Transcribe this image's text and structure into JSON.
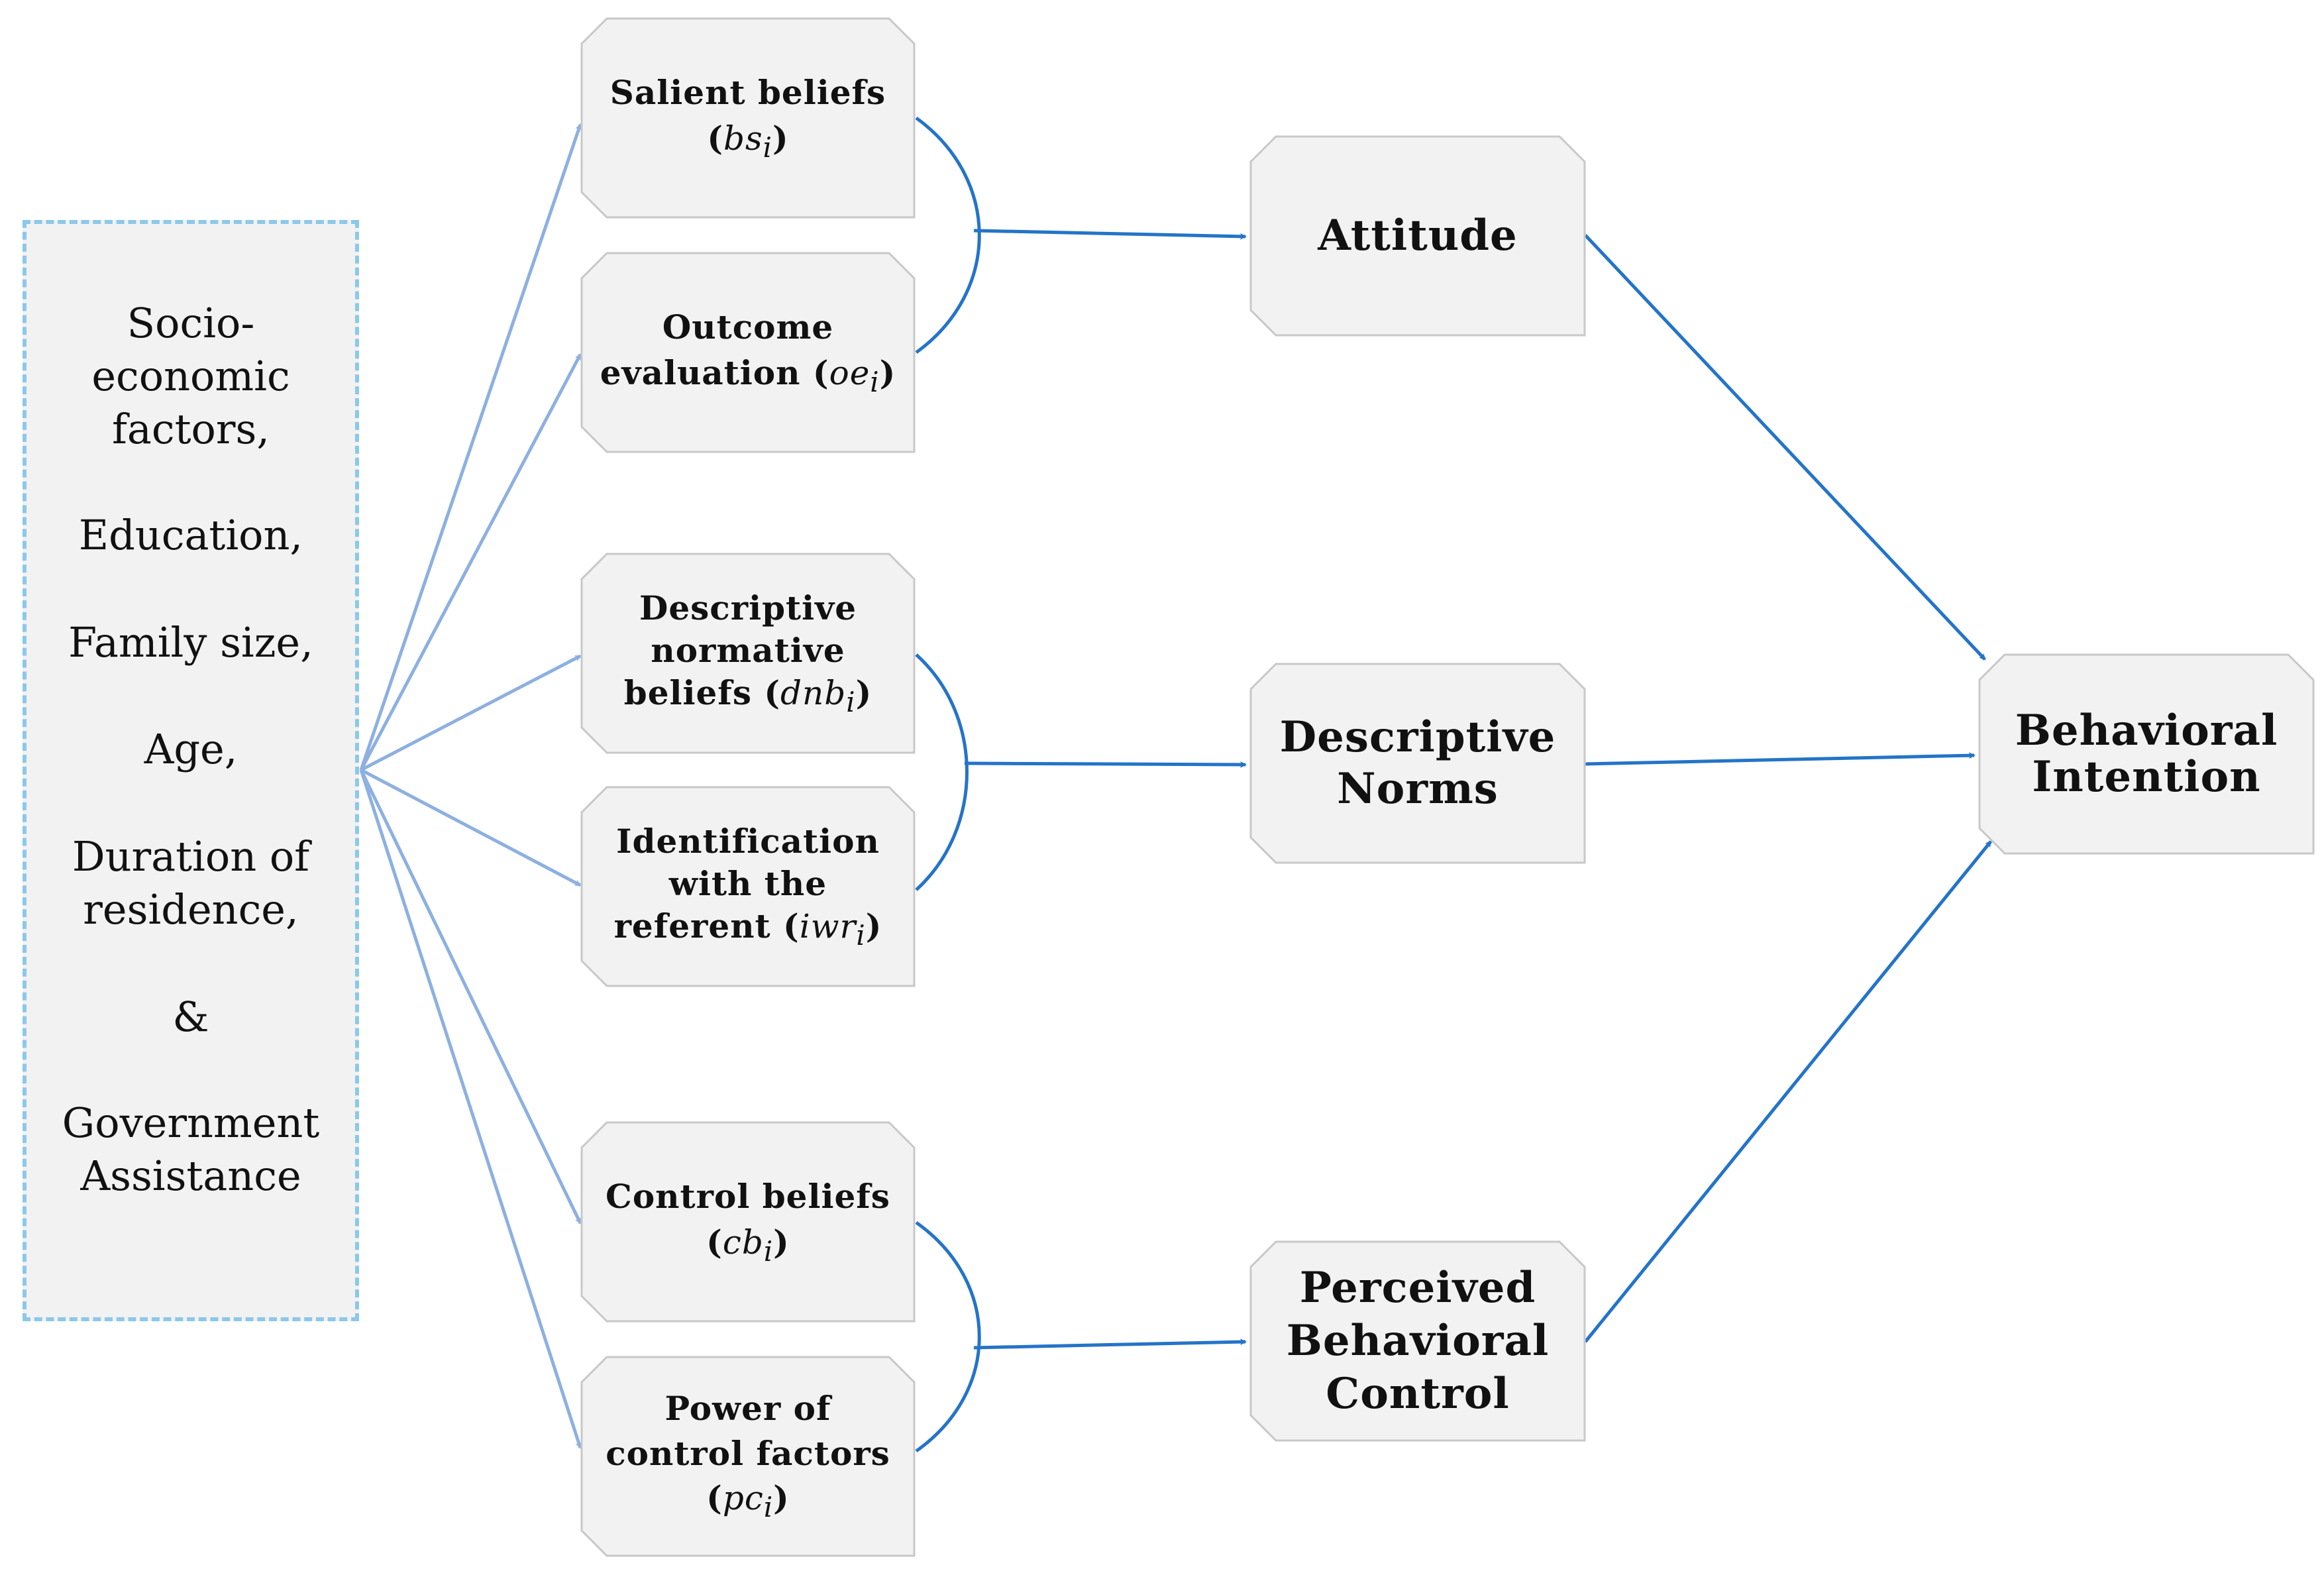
{
  "factors": {
    "lines": [
      "Socio-",
      "economic",
      "factors,",
      "Education,",
      "Family size,",
      "Age,",
      "Duration of",
      "residence,",
      "&",
      "Government",
      "Assistance"
    ]
  },
  "beliefs": {
    "salient": {
      "line1": "Salient beliefs",
      "sym": "bs",
      "sub": "i"
    },
    "outcome": {
      "line1": "Outcome",
      "line2": "evaluation",
      "sym": "oe",
      "sub": "i"
    },
    "descriptive": {
      "line1": "Descriptive",
      "line2": "normative",
      "line3": "beliefs",
      "sym": "dnb",
      "sub": "i"
    },
    "identification": {
      "line1": "Identification",
      "line2": "with the",
      "line3": "referent",
      "sym": "iwr",
      "sub": "i"
    },
    "control": {
      "line1": "Control beliefs",
      "sym": "cb",
      "sub": "i"
    },
    "power": {
      "line1": "Power of",
      "line2": "control factors",
      "sym": "pc",
      "sub": "i"
    }
  },
  "constructs": {
    "attitude": {
      "label": "Attitude"
    },
    "norms": {
      "line1": "Descriptive",
      "line2": "Norms"
    },
    "pbc": {
      "line1": "Perceived",
      "line2": "Behavioral",
      "line3": "Control"
    },
    "intention": {
      "line1": "Behavioral",
      "line2": "Intention"
    }
  },
  "colors": {
    "light_arrow": "#8db0e0",
    "dark_arrow": "#2474c8",
    "box_fill": "#f2f2f2",
    "box_stroke": "#c8c8c8",
    "dashed_border": "#8cc8ea"
  }
}
